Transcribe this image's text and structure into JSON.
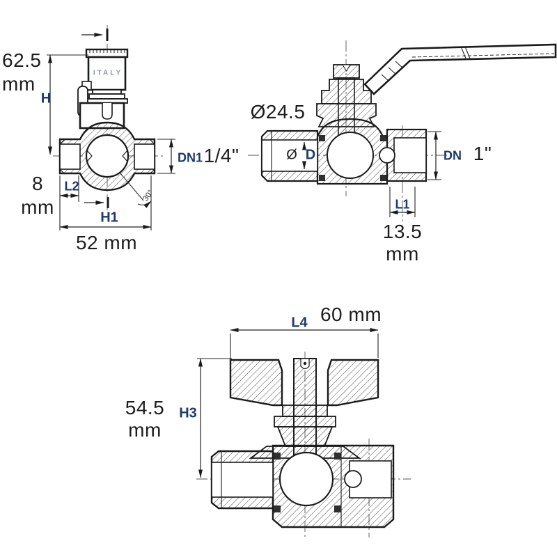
{
  "colors": {
    "line": "#1a1a1a",
    "dim_label": "#1c3a6e",
    "dim_value": "#1d1d1f",
    "brand_text_color": "#8b99ad"
  },
  "views": {
    "front": {
      "brand": "ITALY",
      "h": {
        "letter": "H",
        "value": "62.5",
        "unit": "mm"
      },
      "l2": {
        "letter": "L2",
        "value": "8",
        "unit": "mm"
      },
      "h1": {
        "letter": "H1",
        "value": "52 mm"
      },
      "dn1": {
        "letter": "DN1",
        "value": "1/4\""
      },
      "angle": "30°"
    },
    "side": {
      "handle_diameter": "Ø24.5",
      "bore": {
        "symbol": "Ø",
        "letter": "D"
      },
      "dn": {
        "letter": "DN",
        "value": "1\""
      },
      "l1": {
        "letter": "L1",
        "value": "13.5",
        "unit": "mm"
      }
    },
    "bottom": {
      "l4": {
        "letter": "L4",
        "value": "60 mm"
      },
      "h3": {
        "letter": "H3",
        "value": "54.5",
        "unit": "mm"
      }
    }
  }
}
